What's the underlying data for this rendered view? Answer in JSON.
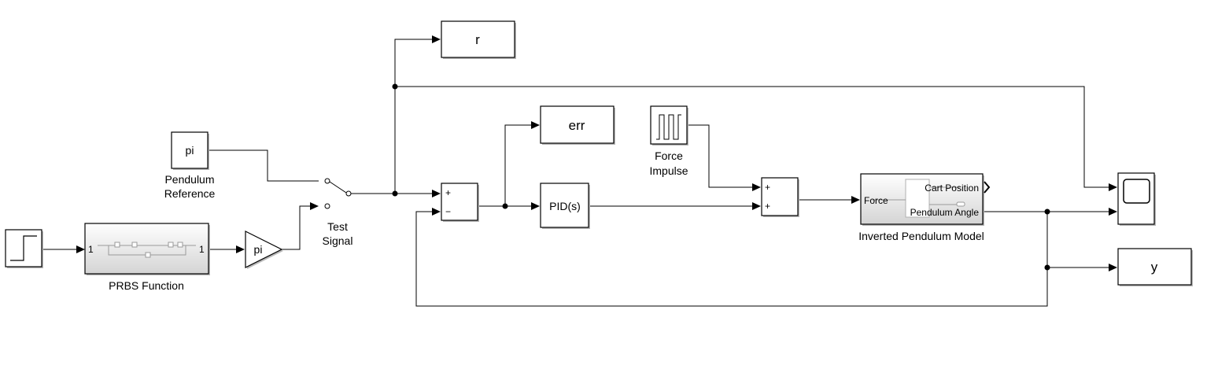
{
  "blocks": {
    "step": {
      "label": ""
    },
    "prbs": {
      "label": "PRBS Function",
      "in_port": "1",
      "out_port": "1"
    },
    "gain_pi": {
      "label": "pi"
    },
    "pendulum_ref": {
      "value": "pi",
      "label_line1": "Pendulum",
      "label_line2": "Reference"
    },
    "switch": {
      "label_line1": "Test",
      "label_line2": "Signal"
    },
    "r_out": {
      "label": "r"
    },
    "err_out": {
      "label": "err"
    },
    "y_out": {
      "label": "y"
    },
    "sum1": {
      "plus": "+",
      "minus": "−"
    },
    "pid": {
      "label": "PID(s)"
    },
    "force_impulse": {
      "label_line1": "Force",
      "label_line2": "Impulse"
    },
    "sum2": {
      "plus1": "+",
      "plus2": "+"
    },
    "pendulum_model": {
      "label": "Inverted Pendulum Model",
      "in_port": "Force",
      "out_port1": "Cart Position",
      "out_port2": "Pendulum Angle"
    },
    "scope": {
      "label": ""
    }
  }
}
